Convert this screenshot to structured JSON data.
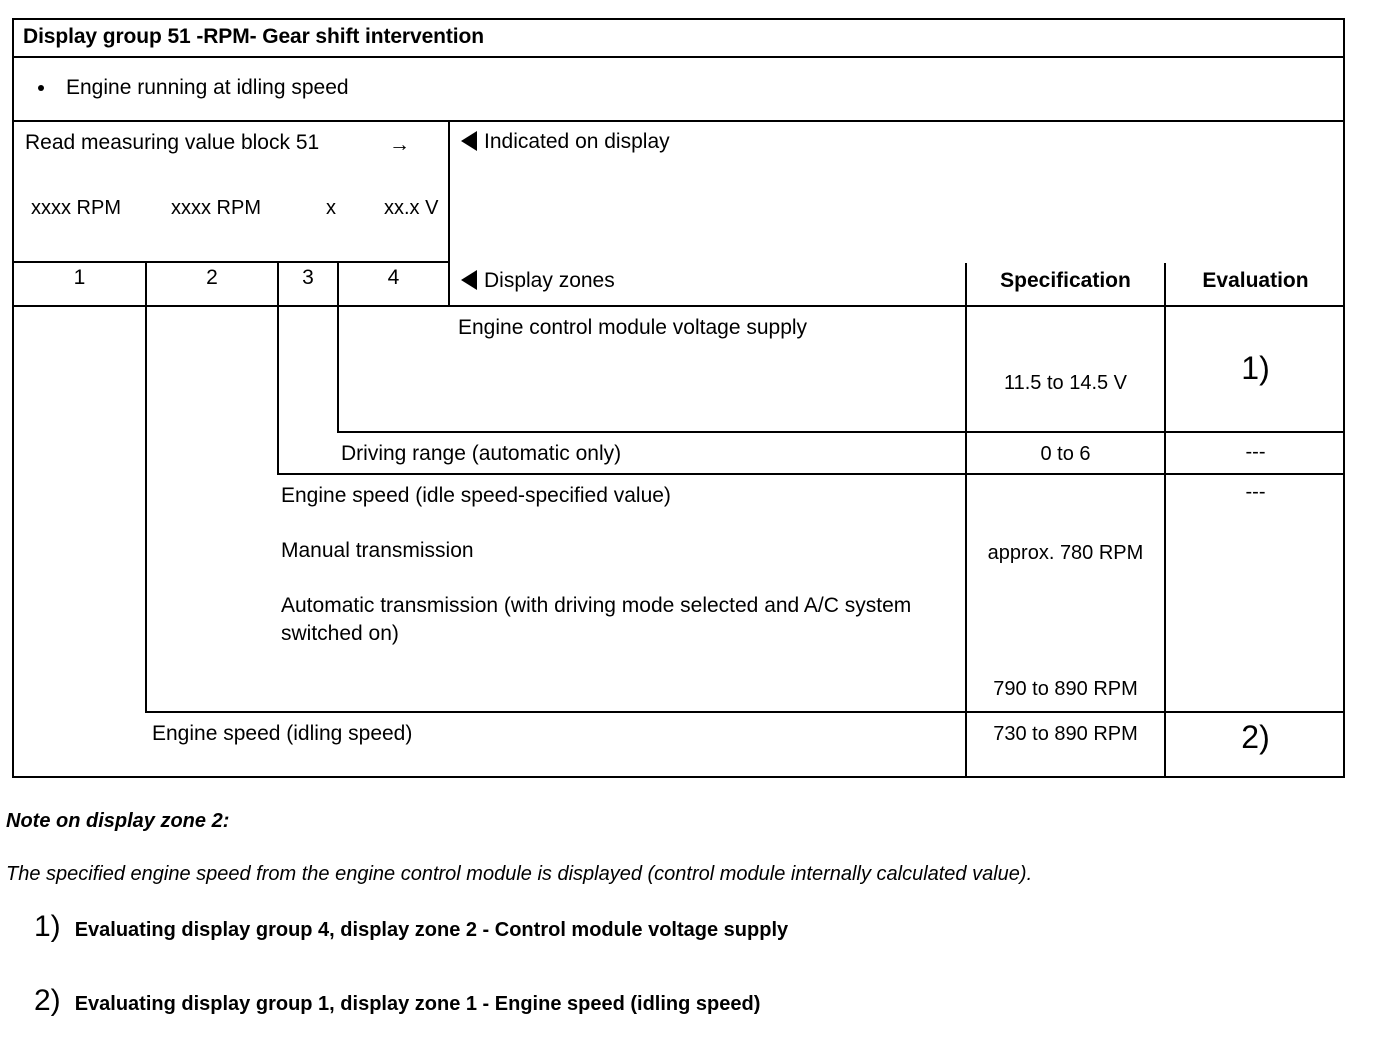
{
  "title": "Display group 51 -RPM- Gear shift intervention",
  "condition": "Engine running at idling speed",
  "measuring_block": {
    "instruction": "Read measuring value block 51",
    "arrow_icon": "→",
    "values": {
      "field1": "xxxx RPM",
      "field2": "xxxx RPM",
      "field3": "x",
      "field4": "xx.x V"
    }
  },
  "indicated_on_display": "Indicated on display",
  "zone_numbers": {
    "z1": "1",
    "z2": "2",
    "z3": "3",
    "z4": "4"
  },
  "headers": {
    "display_zones": "Display zones",
    "specification": "Specification",
    "evaluation": "Evaluation"
  },
  "rows": {
    "voltage": {
      "label": "Engine control module voltage supply",
      "specification": "11.5 to 14.5 V",
      "evaluation": "1)"
    },
    "driving_range": {
      "label": "Driving range (automatic only)",
      "specification": "0 to 6",
      "evaluation": "---"
    },
    "engine_speed_spec": {
      "label": "Engine speed (idle speed-specified value)",
      "manual": "Manual transmission",
      "automatic": "Automatic transmission (with driving mode selected and A/C system switched on)",
      "specification_manual": "approx. 780 RPM",
      "specification_automatic": "790 to 890 RPM",
      "evaluation": "---"
    },
    "idling_speed": {
      "label": "Engine speed (idling speed)",
      "specification": "730 to 890 RPM",
      "evaluation": "2)"
    }
  },
  "notes": {
    "heading": "Note on display zone 2:",
    "body": "The specified engine speed from the engine control module is displayed (control module internally calculated value).",
    "footnotes": [
      {
        "marker": "1)",
        "text": "Evaluating display group 4, display zone 2 - Control module voltage supply"
      },
      {
        "marker": "2)",
        "text": "Evaluating display group 1, display zone 1 - Engine speed (idling speed)"
      }
    ]
  }
}
